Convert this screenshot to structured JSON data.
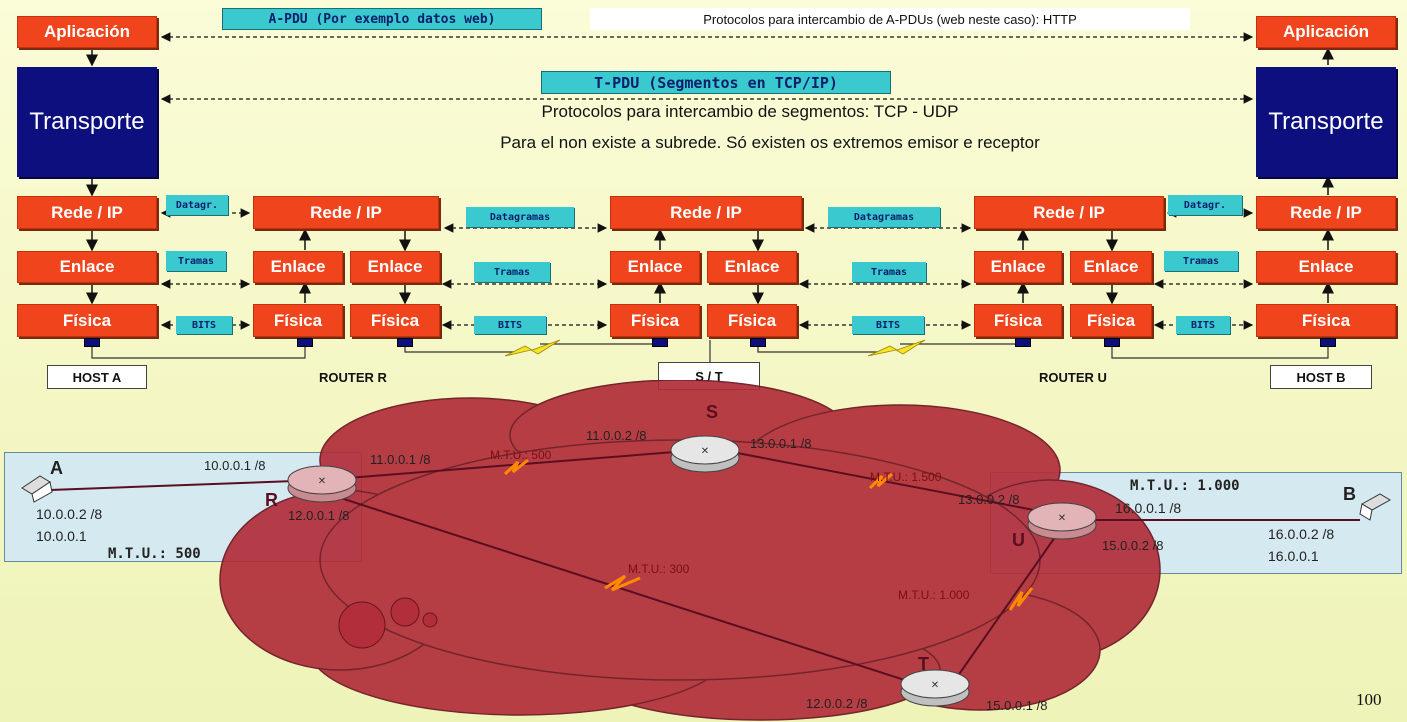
{
  "layers": {
    "aplicacion": "Aplicación",
    "transporte": "Transporte",
    "rede": "Rede / IP",
    "enlace": "Enlace",
    "fisica": "Física"
  },
  "pdu": {
    "a_pdu": "A-PDU (Por exemplo datos web)",
    "a_pdu_protocols": "Protocolos para intercambio de A-PDUs (web neste caso): HTTP",
    "t_pdu": "T-PDU (Segmentos en TCP/IP)",
    "t_pdu_protocols": "Protocolos para intercambio de segmentos: TCP - UDP",
    "t_pdu_note": "Para el non existe a subrede. Só existen os extremos emisor e receptor"
  },
  "tags": {
    "datagr": "Datagr.",
    "datagramas": "Datagramas",
    "tramas": "Tramas",
    "bits": "BITS"
  },
  "nodes": {
    "host_a": "HOST A",
    "router_r": "ROUTER R",
    "st": "S / T",
    "router_u": "ROUTER U",
    "host_b": "HOST B"
  },
  "network": {
    "host_a_label": "A",
    "host_a_addr": "10.0.0.2  /8",
    "host_a_gw": "10.0.0.1",
    "host_a_mtu": "M.T.U.:  500",
    "host_b_label": "B",
    "host_b_addr": "16.0.0.2  /8",
    "host_b_gw": "16.0.0.1",
    "host_b_mtu": "M.T.U.:  1.000",
    "host_b_net": "16.0.0.1  /8",
    "r": "R",
    "s": "S",
    "t": "T",
    "u": "U",
    "r_if1": "10.0.0.1  /8",
    "r_if2": "11.0.0.1  /8",
    "r_if3": "12.0.0.1  /8",
    "s_if1": "11.0.0.2  /8",
    "s_if2": "13.0.0.1  /8",
    "u_if1": "13.0.0.2  /8",
    "u_if2": "15.0.0.2  /8",
    "t_if1": "12.0.0.2  /8",
    "t_if2": "15.0.0.1  /8",
    "mtu_rs": "M.T.U.: 500",
    "mtu_su": "M.T.U.: 1.500",
    "mtu_rt": "M.T.U.: 300",
    "mtu_tu": "M.T.U.: 1.000"
  },
  "page_number": "100",
  "colors": {
    "layer_red": "#f0451c",
    "transport_navy": "#0d0f7e",
    "tag_cyan": "#39c9cf",
    "cloud": "#b22f3a",
    "background": "#f4f7c4"
  }
}
